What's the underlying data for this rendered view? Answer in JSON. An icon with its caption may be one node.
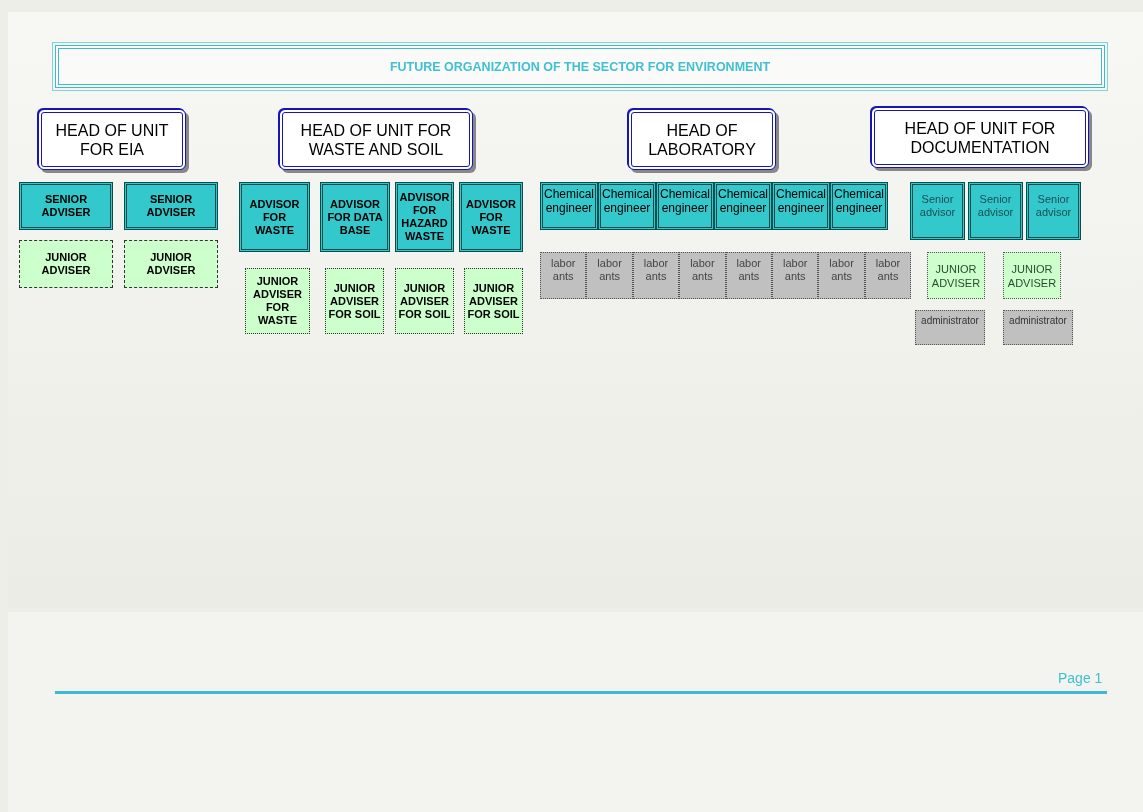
{
  "diagram": {
    "title": "FUTURE ORGANIZATION OF THE SECTOR FOR ENVIRONMENT",
    "nodes": [
      {
        "text": [
          "HEAD OF UNIT FOR EIA"
        ]
      },
      {
        "text": [
          "HEAD OF UNIT FOR WASTE AND SOIL"
        ]
      },
      {
        "text": [
          "HEAD OF LABORATORY"
        ]
      },
      {
        "text": [
          "HEAD OF UNIT FOR DOCUMENTATION"
        ]
      },
      {
        "text": [
          "SENIOR ADVISER"
        ]
      },
      {
        "text": [
          "SENIOR ADVISER"
        ]
      },
      {
        "text": [
          "ADVISOR FOR WASTE"
        ]
      },
      {
        "text": [
          "ADVISOR FOR DATA BASE"
        ]
      },
      {
        "text": [
          "ADVISOR FOR HAZARD WASTE"
        ]
      },
      {
        "text": [
          "ADVISOR FOR WASTE"
        ]
      },
      {
        "text": [
          "Chemical engineer"
        ]
      },
      {
        "text": [
          "Chemical engineer"
        ]
      },
      {
        "text": [
          "Chemical engineer"
        ]
      },
      {
        "text": [
          "Chemical engineer"
        ]
      },
      {
        "text": [
          "Chemical engineer"
        ]
      },
      {
        "text": [
          "Chemical engineer"
        ]
      },
      {
        "text": [
          "Senior advisor"
        ]
      },
      {
        "text": [
          "Senior advisor"
        ]
      },
      {
        "text": [
          "Senior advisor"
        ]
      },
      {
        "text": [
          "JUNIOR ADVISER"
        ]
      },
      {
        "text": [
          "JUNIOR ADVISER"
        ]
      },
      {
        "text": [
          "JUNIOR ADVISER FOR WASTE"
        ]
      },
      {
        "text": [
          "JUNIOR ADVISER FOR SOIL"
        ]
      },
      {
        "text": [
          "JUNIOR ADVISER FOR SOIL"
        ]
      },
      {
        "text": [
          "JUNIOR ADVISER FOR SOIL"
        ]
      },
      {
        "text": [
          "labor ants"
        ]
      },
      {
        "text": [
          "labor ants"
        ]
      },
      {
        "text": [
          "labor ants"
        ]
      },
      {
        "text": [
          "labor ants"
        ]
      },
      {
        "text": [
          "labor ants"
        ]
      },
      {
        "text": [
          "labor ants"
        ]
      },
      {
        "text": [
          "labor ants"
        ]
      },
      {
        "text": [
          "labor ants"
        ]
      },
      {
        "text": [
          "JUNIOR ADVISER"
        ]
      },
      {
        "text": [
          "JUNIOR ADVISER"
        ]
      },
      {
        "text": [
          "administrator"
        ]
      },
      {
        "text": [
          "administrator"
        ]
      }
    ],
    "labels": [
      "Page 1"
    ]
  }
}
